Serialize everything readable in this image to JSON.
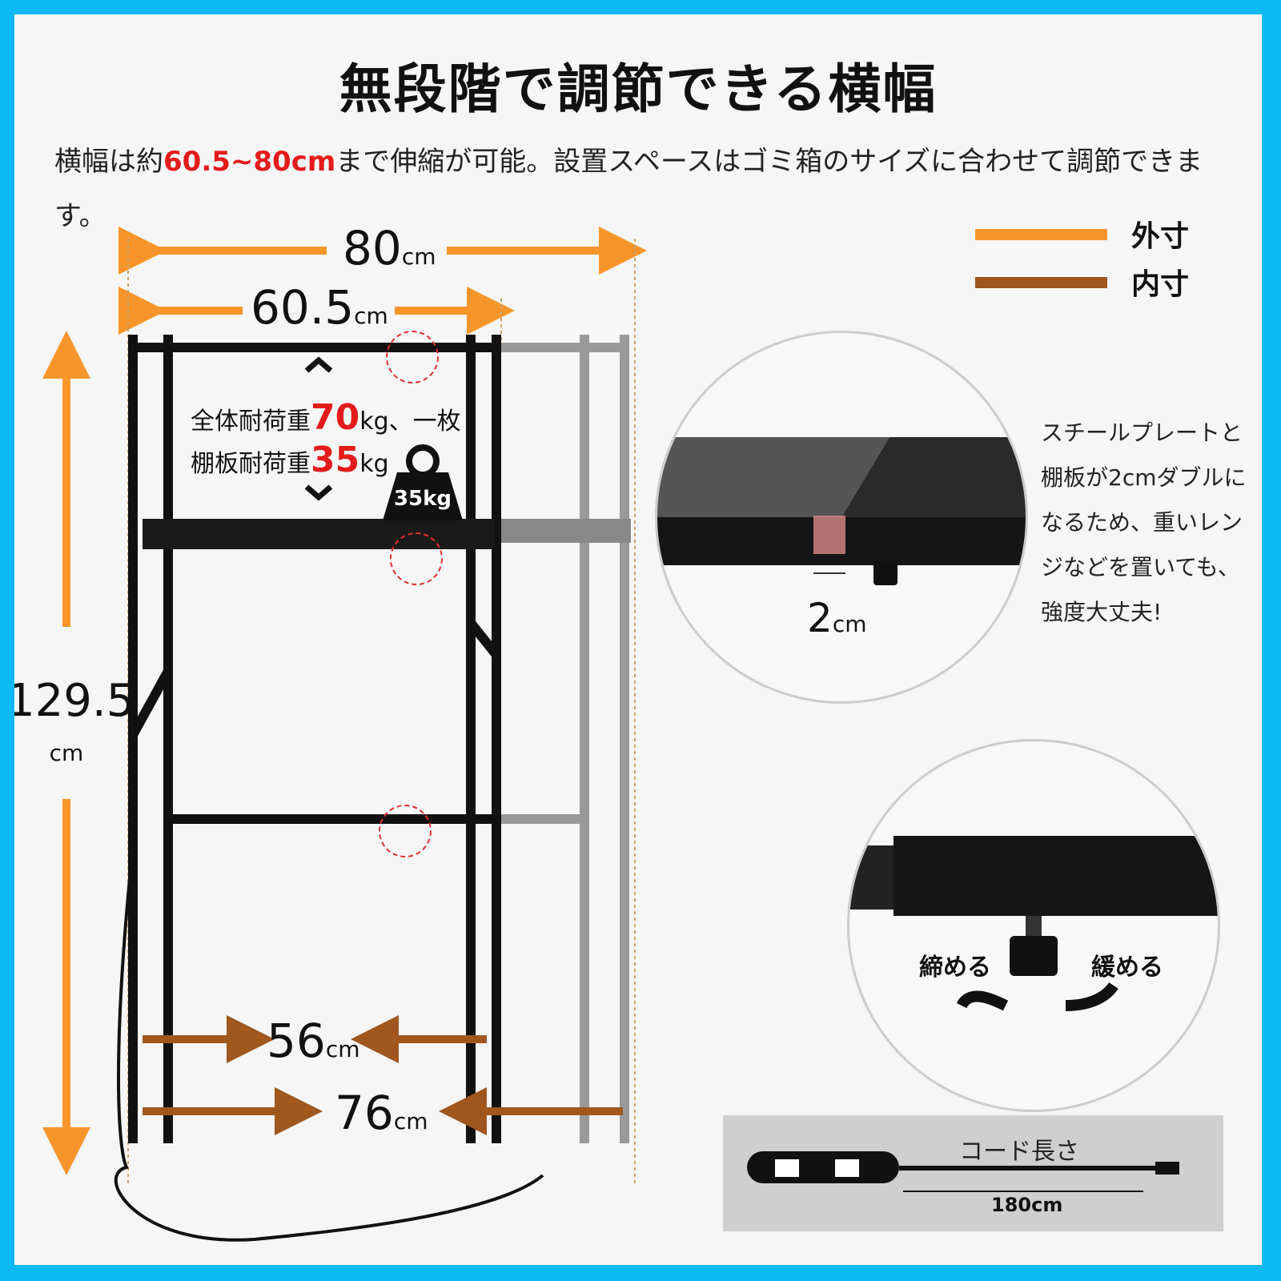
{
  "title": "無段階で調節できる横幅",
  "description": {
    "prefix": "横幅は約",
    "highlight": "60.5~80cm",
    "suffix": "まで伸縮が可能。設置スペースはゴミ箱のサイズに合わせて調節できます。"
  },
  "legend": [
    {
      "label": "外寸",
      "color": "#f7952b"
    },
    {
      "label": "内寸",
      "color": "#a0561d"
    }
  ],
  "dimensions": {
    "outer_width": "80",
    "inner_width": "60.5",
    "height": "129.5",
    "inner_bottom": "56",
    "outer_bottom": "76",
    "unit": "cm"
  },
  "load": {
    "line1_prefix": "全体耐荷重",
    "line1_value": "70",
    "line1_suffix": "kg、一枚",
    "line2_prefix": "棚板耐荷重",
    "line2_value": "35",
    "line2_suffix": "kg",
    "weight_badge": "35kg"
  },
  "detail1": {
    "measure": "2",
    "unit": "cm",
    "text_lines": [
      "スチールプレートと",
      "棚板が2cmダブルに",
      "なるため、重いレン",
      "ジなどを置いても、",
      "強度大丈夫!"
    ]
  },
  "detail2": {
    "tighten": "締める",
    "loosen": "緩める"
  },
  "cord": {
    "label": "コード長さ",
    "length": "180cm"
  }
}
